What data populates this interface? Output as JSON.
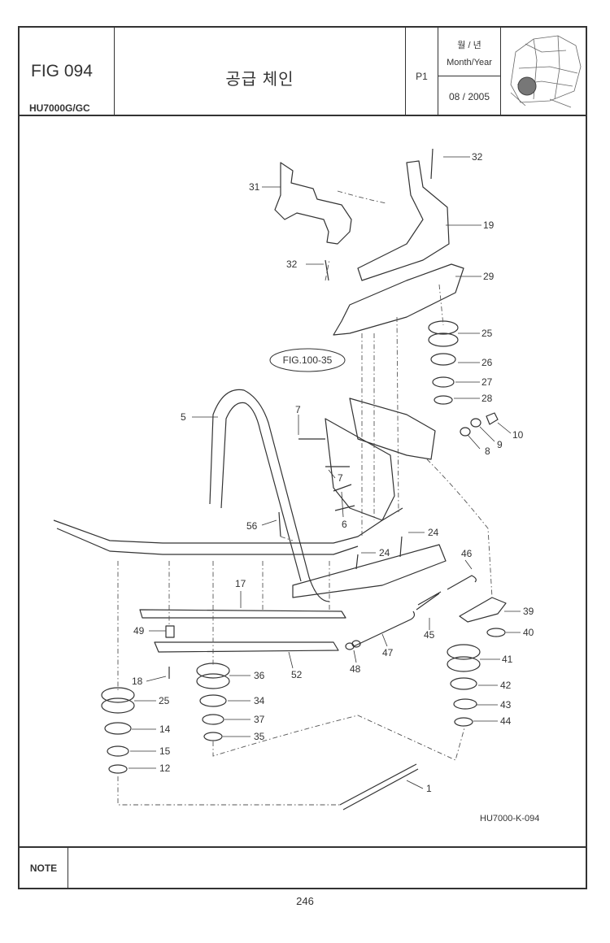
{
  "header": {
    "fig_number": "FIG 094",
    "model": "HU7000G/GC",
    "title": "공급 체인",
    "page_code": "P1",
    "date_label_ko": "월 / 년",
    "date_label_en": "Month/Year",
    "date_value": "08 / 2005"
  },
  "diagram": {
    "reference_label": "FIG.100-35",
    "drawing_code": "HU7000-K-094",
    "callouts": [
      "32",
      "31",
      "19",
      "32",
      "29",
      "25",
      "26",
      "27",
      "28",
      "10",
      "9",
      "8",
      "7",
      "7",
      "6",
      "5",
      "56",
      "24",
      "24",
      "46",
      "39",
      "40",
      "41",
      "42",
      "43",
      "44",
      "45",
      "47",
      "48",
      "17",
      "52",
      "49",
      "18",
      "36",
      "34",
      "37",
      "35",
      "25",
      "14",
      "15",
      "12",
      "1"
    ]
  },
  "footer": {
    "note_label": "NOTE",
    "page_number": "246"
  }
}
